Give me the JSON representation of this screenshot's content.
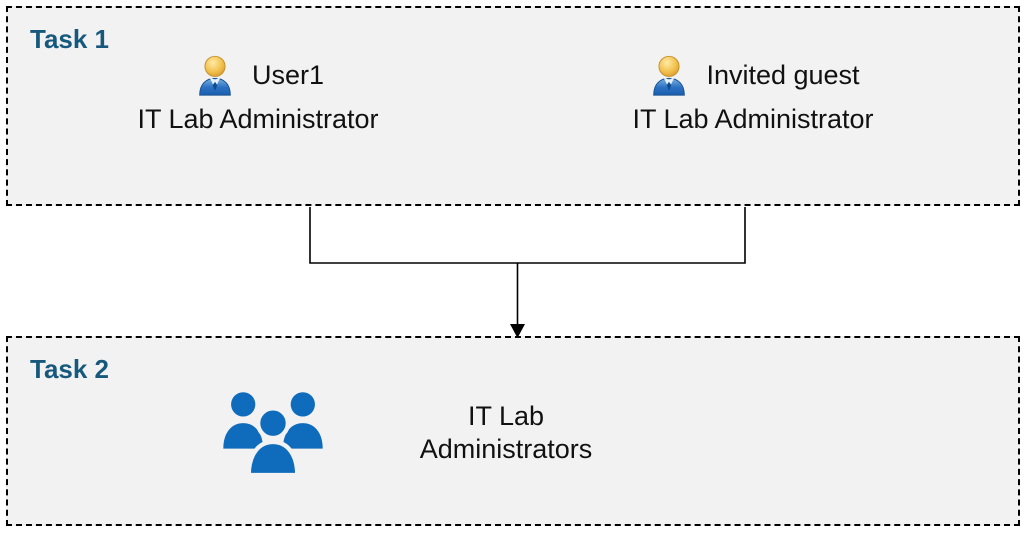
{
  "diagram": {
    "task1": {
      "label": "Task 1",
      "users": [
        {
          "name": "User1",
          "role": "IT Lab Administrator"
        },
        {
          "name": "Invited guest",
          "role": "IT Lab Administrator"
        }
      ]
    },
    "task2": {
      "label": "Task 2",
      "group_name_line1": "IT Lab",
      "group_name_line2": "Administrators"
    },
    "icons": {
      "user": "person-icon",
      "group": "people-group-icon",
      "connector": "merge-arrow-down"
    },
    "colors": {
      "task_label": "#17597d",
      "box_bg": "#f2f2f2",
      "box_border": "#000000",
      "group_icon": "#0f6cbd",
      "person_head": "#f2c14e",
      "person_body": "#2a6fc2",
      "arrow": "#000000"
    }
  }
}
